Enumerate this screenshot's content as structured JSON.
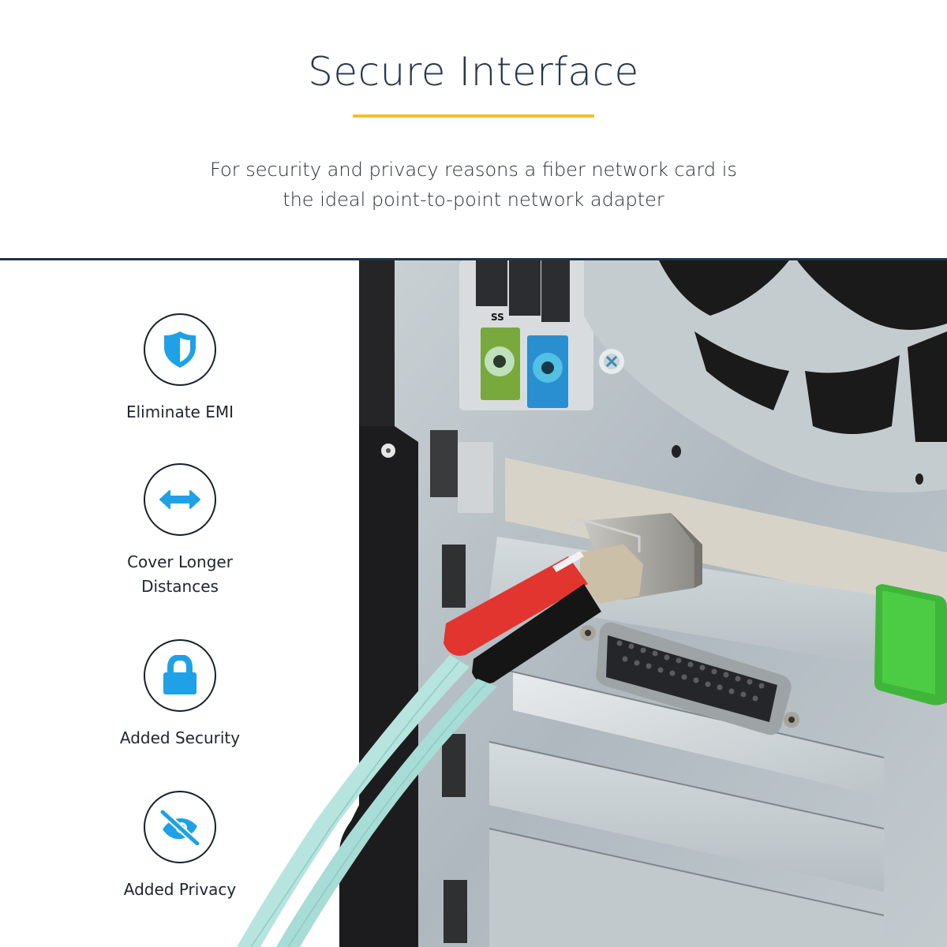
{
  "header": {
    "title": "Secure Interface",
    "subtitle_line1": "For security and privacy reasons a fiber network card is",
    "subtitle_line2": "the ideal point-to-point network adapter"
  },
  "features": [
    {
      "label": "Eliminate EMI",
      "icon": "shield-icon"
    },
    {
      "label_line1": "Cover Longer",
      "label_line2": "Distances",
      "icon": "double-arrow-icon"
    },
    {
      "label": "Added Security",
      "icon": "lock-icon"
    },
    {
      "label": "Added Privacy",
      "icon": "eye-slash-icon"
    }
  ],
  "photo": {
    "description": "Fiber optic LC duplex cable plugged into SFP module on network card in back of PC tower",
    "port_label": "SS"
  },
  "colors": {
    "title": "#24364a",
    "accent_underline": "#f5c02a",
    "icon_blue": "#1ea1e6",
    "divider": "#1f3347",
    "cable_aqua": "#b8e6e2",
    "boot_red": "#e23a35"
  }
}
